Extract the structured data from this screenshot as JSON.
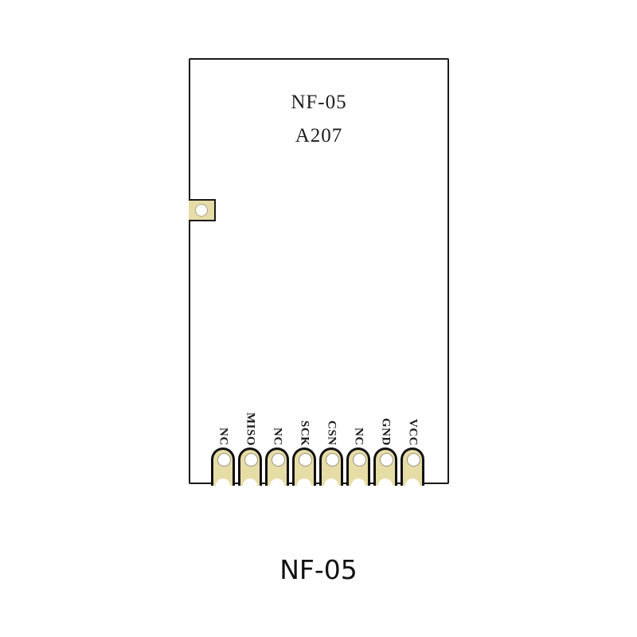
{
  "board": {
    "model": "NF-05",
    "code": "A207",
    "pad_color": "#e6dca6",
    "outline_color": "#1a1a1a"
  },
  "pins": [
    {
      "label": "NC"
    },
    {
      "label": "MISO"
    },
    {
      "label": "NC"
    },
    {
      "label": "SCK"
    },
    {
      "label": "CSN"
    },
    {
      "label": "NC"
    },
    {
      "label": "GND"
    },
    {
      "label": "VCC"
    }
  ],
  "caption": "NF-05"
}
